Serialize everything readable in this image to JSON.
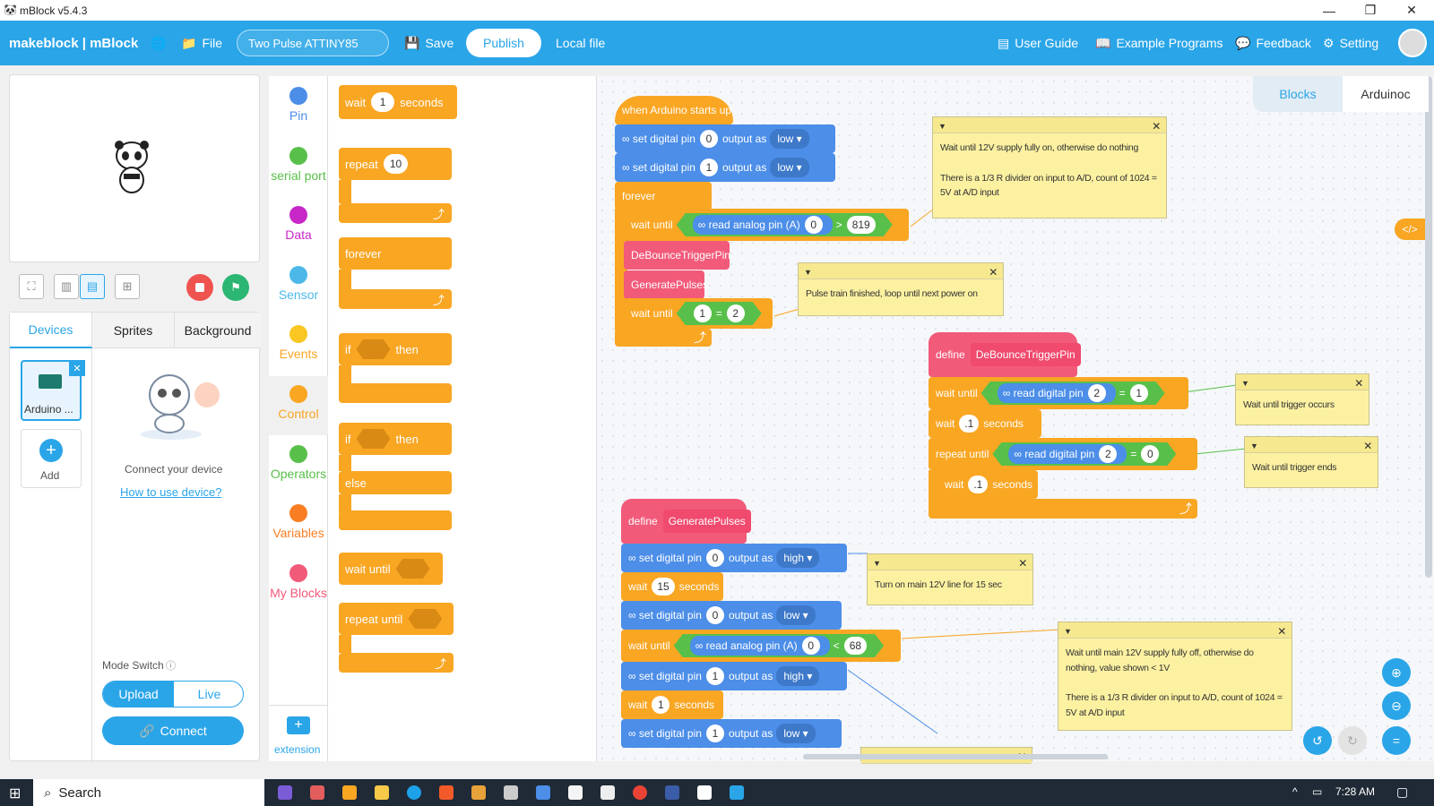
{
  "window": {
    "title": "mBlock v5.4.3"
  },
  "topnav": {
    "brand": "makeblock | mBlock",
    "file": "File",
    "project_name": "Two Pulse ATTINY85",
    "save": "Save",
    "publish": "Publish",
    "local_file": "Local file",
    "user_guide": "User Guide",
    "example_programs": "Example Programs",
    "feedback": "Feedback",
    "setting": "Setting"
  },
  "devices": {
    "tabs": [
      "Devices",
      "Sprites",
      "Background"
    ],
    "device_name": "Arduino ...",
    "add": "Add",
    "connect_text": "Connect your device",
    "how_to": "How to use device?",
    "mode_switch": "Mode Switch",
    "upload": "Upload",
    "live": "Live",
    "connect_button": "Connect"
  },
  "categories": [
    {
      "label": "Pin",
      "color": "#4c8ee8"
    },
    {
      "label": "serial port",
      "color": "#58c04a"
    },
    {
      "label": "Data",
      "color": "#c727c7"
    },
    {
      "label": "Sensor",
      "color": "#4cb8e8"
    },
    {
      "label": "Events",
      "color": "#f9c623"
    },
    {
      "label": "Control",
      "color": "#f9a623"
    },
    {
      "label": "Operators",
      "color": "#58c04a"
    },
    {
      "label": "Variables",
      "color": "#f97e23"
    },
    {
      "label": "My Blocks",
      "color": "#f25a7a"
    }
  ],
  "extension": "extension",
  "palette": {
    "wait": "wait",
    "wait_val": "1",
    "seconds": "seconds",
    "repeat": "repeat",
    "repeat_val": "10",
    "forever": "forever",
    "if": "if",
    "then": "then",
    "if2": "if",
    "then2": "then",
    "else": "else",
    "wait_until": "wait until",
    "repeat_until": "repeat until"
  },
  "right_tabs": {
    "blocks": "Blocks",
    "code": "Arduinoc"
  },
  "script1": {
    "hat": "when Arduino starts up",
    "set1": {
      "label": "set digital pin",
      "pin": "0",
      "as": "output as",
      "val": "low"
    },
    "set2": {
      "label": "set digital pin",
      "pin": "1",
      "as": "output as",
      "val": "low"
    },
    "forever": "forever",
    "wait_until1": "wait until",
    "read_analog": "read analog pin (A)",
    "analog_pin": "0",
    "gt": ">",
    "threshold": "819",
    "call1": "DeBounceTriggerPin",
    "call2": "GeneratePulses",
    "wait_until2": "wait until",
    "eq_a": "1",
    "eq": "=",
    "eq_b": "2"
  },
  "script2": {
    "define": "define",
    "name": "DeBounceTriggerPin",
    "wait_until": "wait until",
    "read_digital": "read digital pin",
    "pin": "2",
    "eq": "=",
    "val": "1",
    "wait": "wait",
    "wait_val": ".1",
    "seconds": "seconds",
    "repeat_until": "repeat until",
    "pin2": "2",
    "eq2": "=",
    "val2": "0",
    "inner_wait": "wait",
    "inner_val": ".1",
    "inner_seconds": "seconds"
  },
  "script3": {
    "define": "define",
    "name": "GeneratePulses",
    "set1": {
      "label": "set digital pin",
      "pin": "0",
      "as": "output as",
      "val": "high"
    },
    "wait1": "wait",
    "wait1_val": "15",
    "seconds": "seconds",
    "set2": {
      "label": "set digital pin",
      "pin": "0",
      "as": "output as",
      "val": "low"
    },
    "wait_until": "wait until",
    "read_analog": "read analog pin (A)",
    "apin": "0",
    "lt": "<",
    "lval": "68",
    "set3": {
      "label": "set digital pin",
      "pin": "1",
      "as": "output as",
      "val": "high"
    },
    "wait2": "wait",
    "wait2_val": "1",
    "set4": {
      "label": "set digital pin",
      "pin": "1",
      "as": "output as",
      "val": "low"
    }
  },
  "notes": {
    "n1": "Wait until 12V supply fully on, otherwise do nothing\n\nThere is a 1/3 R divider on input to A/D, count of 1024 = 5V at A/D input",
    "n2": "Pulse train finished, loop until next power on",
    "n3": "Wait until trigger occurs",
    "n4": "Wait until trigger ends",
    "n5": "Turn on main 12V line for 15 sec",
    "n6": "Wait until main 12V supply fully off, otherwise do nothing, value shown < 1V\n\nThere is a 1/3 R divider on input to A/D, count of 1024 = 5V at A/D input"
  },
  "taskbar": {
    "search": "Search",
    "time": "7:28 AM"
  }
}
